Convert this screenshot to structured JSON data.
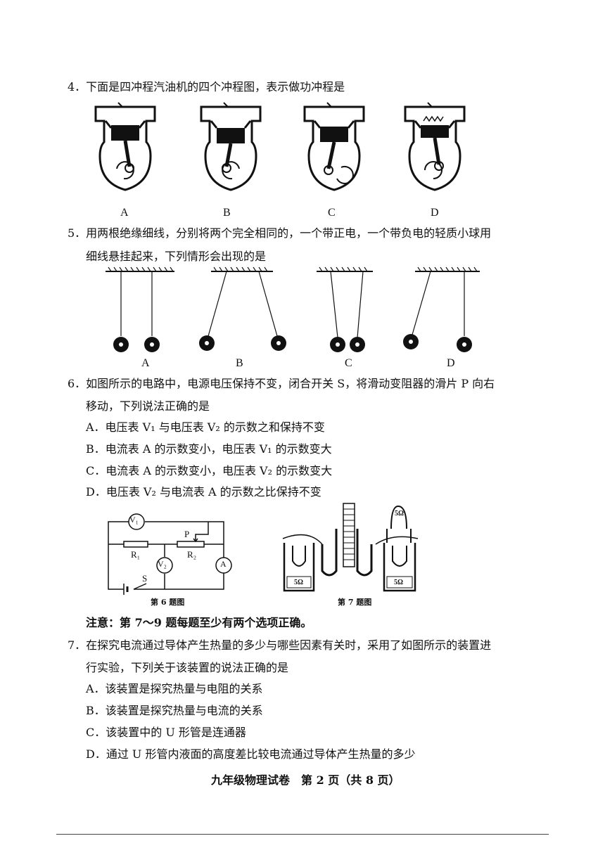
{
  "q4": {
    "text": "4．下面是四冲程汽油机的四个冲程图，表示做功冲程是",
    "options": [
      "A",
      "B",
      "C",
      "D"
    ]
  },
  "q5": {
    "line1": "5．用两根绝缘细线，分别将两个完全相同的，一个带正电，一个带负电的轻质小球用",
    "line2": "细线悬挂起来，下列情形会出现的是",
    "options": [
      "A",
      "B",
      "C",
      "D"
    ]
  },
  "q6": {
    "line1": "6．如图所示的电路中，电源电压保持不变，闭合开关 S，将滑动变阻器的滑片 P 向右",
    "line2": "移动，下列说法正确的是",
    "optA": "A．电压表 V₁ 与电压表 V₂ 的示数之和保持不变",
    "optB": "B．电流表 A 的示数变小，电压表 V₁ 的示数变大",
    "optC": "C．电流表 A 的示数变小，电压表 V₂ 的示数变大",
    "optD": "D．电压表 V₂ 与电流表 A 的示数之比保持不变",
    "figure": {
      "v1": "V₁",
      "v2": "V₂",
      "ammeter": "A",
      "p": "P",
      "r1": "R₁",
      "r2": "R₂",
      "s": "S",
      "caption": "第 6 题图"
    }
  },
  "fig7": {
    "r_top": "5Ω",
    "r_left": "5Ω",
    "r_right": "5Ω",
    "caption": "第 7 题图"
  },
  "note": "注意：第 7～9 题每题至少有两个选项正确。",
  "q7": {
    "line1": "7．在探究电流通过导体产生热量的多少与哪些因素有关时，采用了如图所示的装置进",
    "line2": "行实验，下列关于该装置的说法正确的是",
    "optA": "A．该装置是探究热量与电阻的关系",
    "optB": "B．该装置是探究热量与电流的关系",
    "optC": "C．该装置中的 U 形管是连通器",
    "optD": "D．通过 U 形管内液面的高度差比较电流通过导体产生热量的多少"
  },
  "footer": "九年级物理试卷　第 2 页（共 8 页）"
}
